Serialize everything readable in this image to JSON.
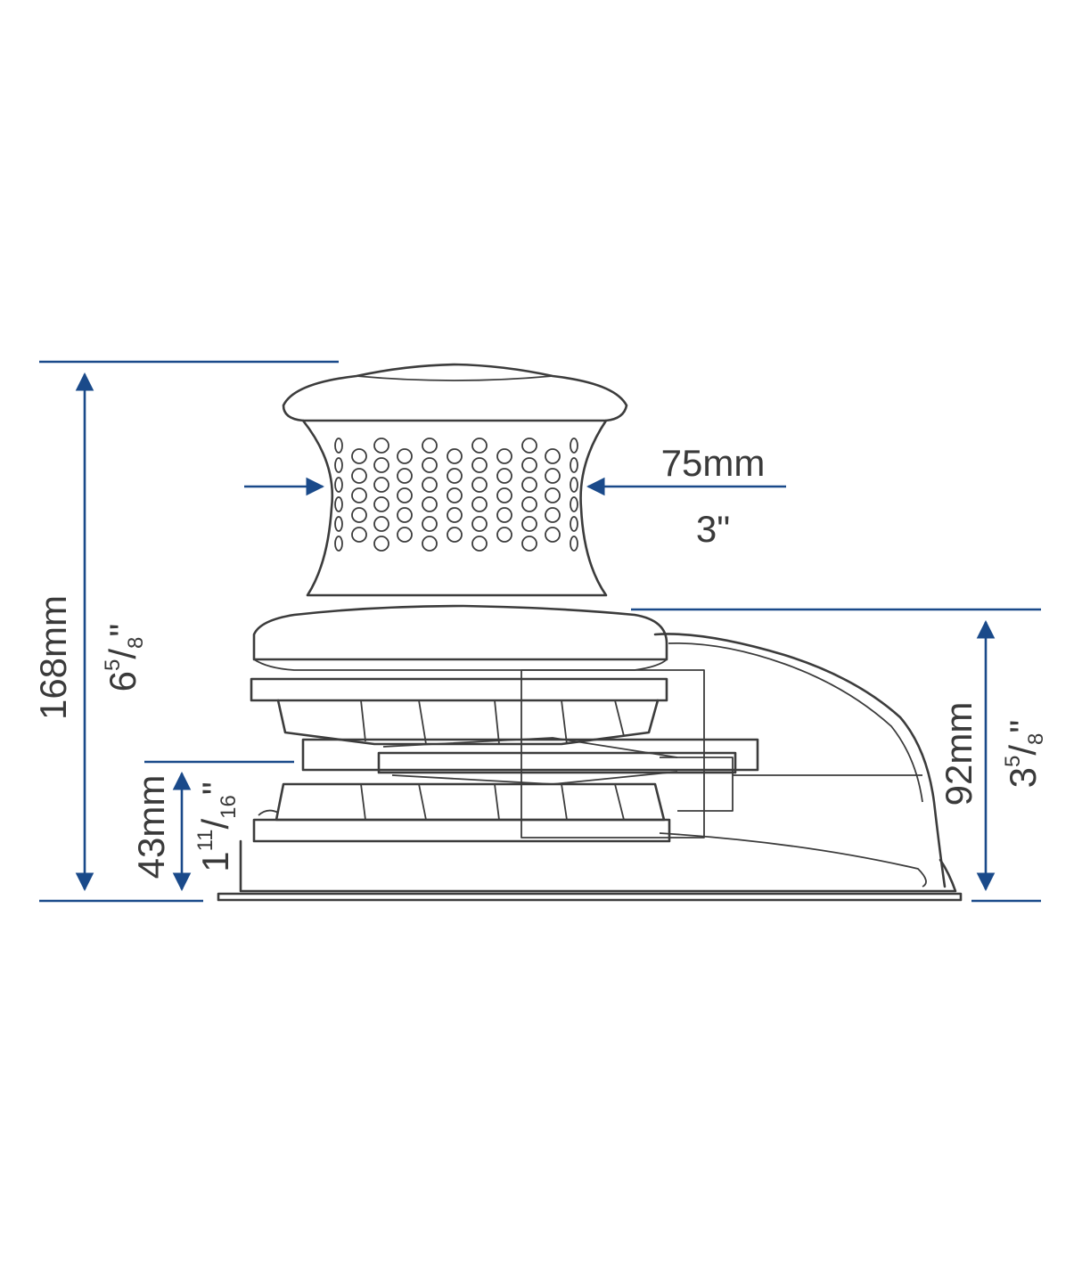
{
  "colors": {
    "dimension": "#1a4a8a",
    "outline": "#3c3c3c",
    "label": "#3a3a3a",
    "background": "#ffffff"
  },
  "dimensions": {
    "overall_height": {
      "metric": "168mm",
      "imperial_whole": "6",
      "imperial_num": "5",
      "imperial_den": "8",
      "imperial_suffix": "\""
    },
    "drum_diameter": {
      "metric": "75mm",
      "imperial": "3\""
    },
    "deck_height": {
      "metric": "92mm",
      "imperial_whole": "3",
      "imperial_num": "5",
      "imperial_den": "8",
      "imperial_suffix": "\""
    },
    "base_height": {
      "metric": "43mm",
      "imperial_whole": "1",
      "imperial_num": "11",
      "imperial_den": "16",
      "imperial_suffix": "\""
    }
  }
}
